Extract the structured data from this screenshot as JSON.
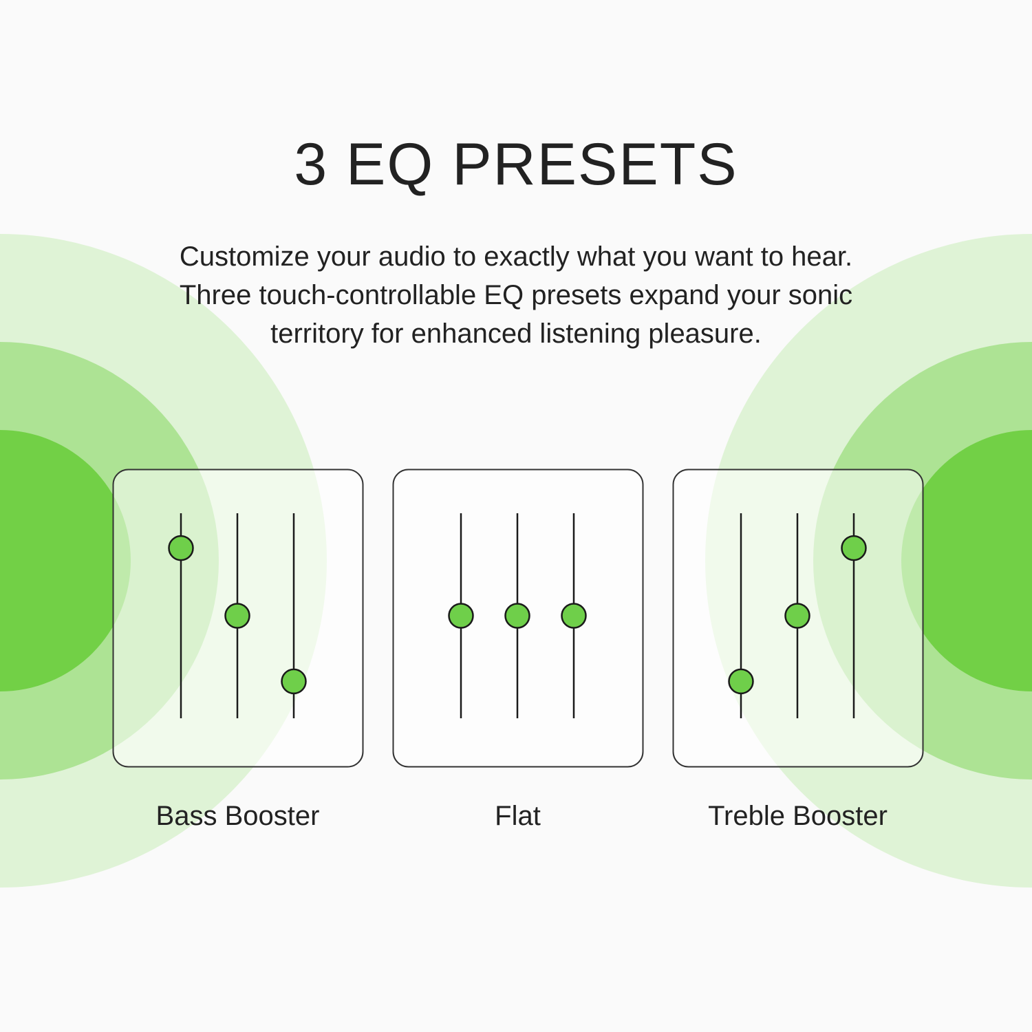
{
  "title": "3 EQ PRESETS",
  "description": {
    "lines": [
      "Customize your audio to exactly what you want to hear.",
      "Three touch-controllable EQ presets expand your sonic",
      "territory for enhanced listening pleasure."
    ]
  },
  "colors": {
    "background": "#fafafa",
    "ring_outer": "#dff3d6",
    "ring_middle": "#ade394",
    "ring_inner": "#72d046",
    "knob_fill": "#6fcf4a",
    "line": "#1a1a1a"
  },
  "presets": [
    {
      "label": "Bass Booster",
      "levels": [
        0.83,
        0.5,
        0.18
      ]
    },
    {
      "label": "Flat",
      "levels": [
        0.5,
        0.5,
        0.5
      ]
    },
    {
      "label": "Treble Booster",
      "levels": [
        0.18,
        0.5,
        0.83
      ]
    }
  ]
}
